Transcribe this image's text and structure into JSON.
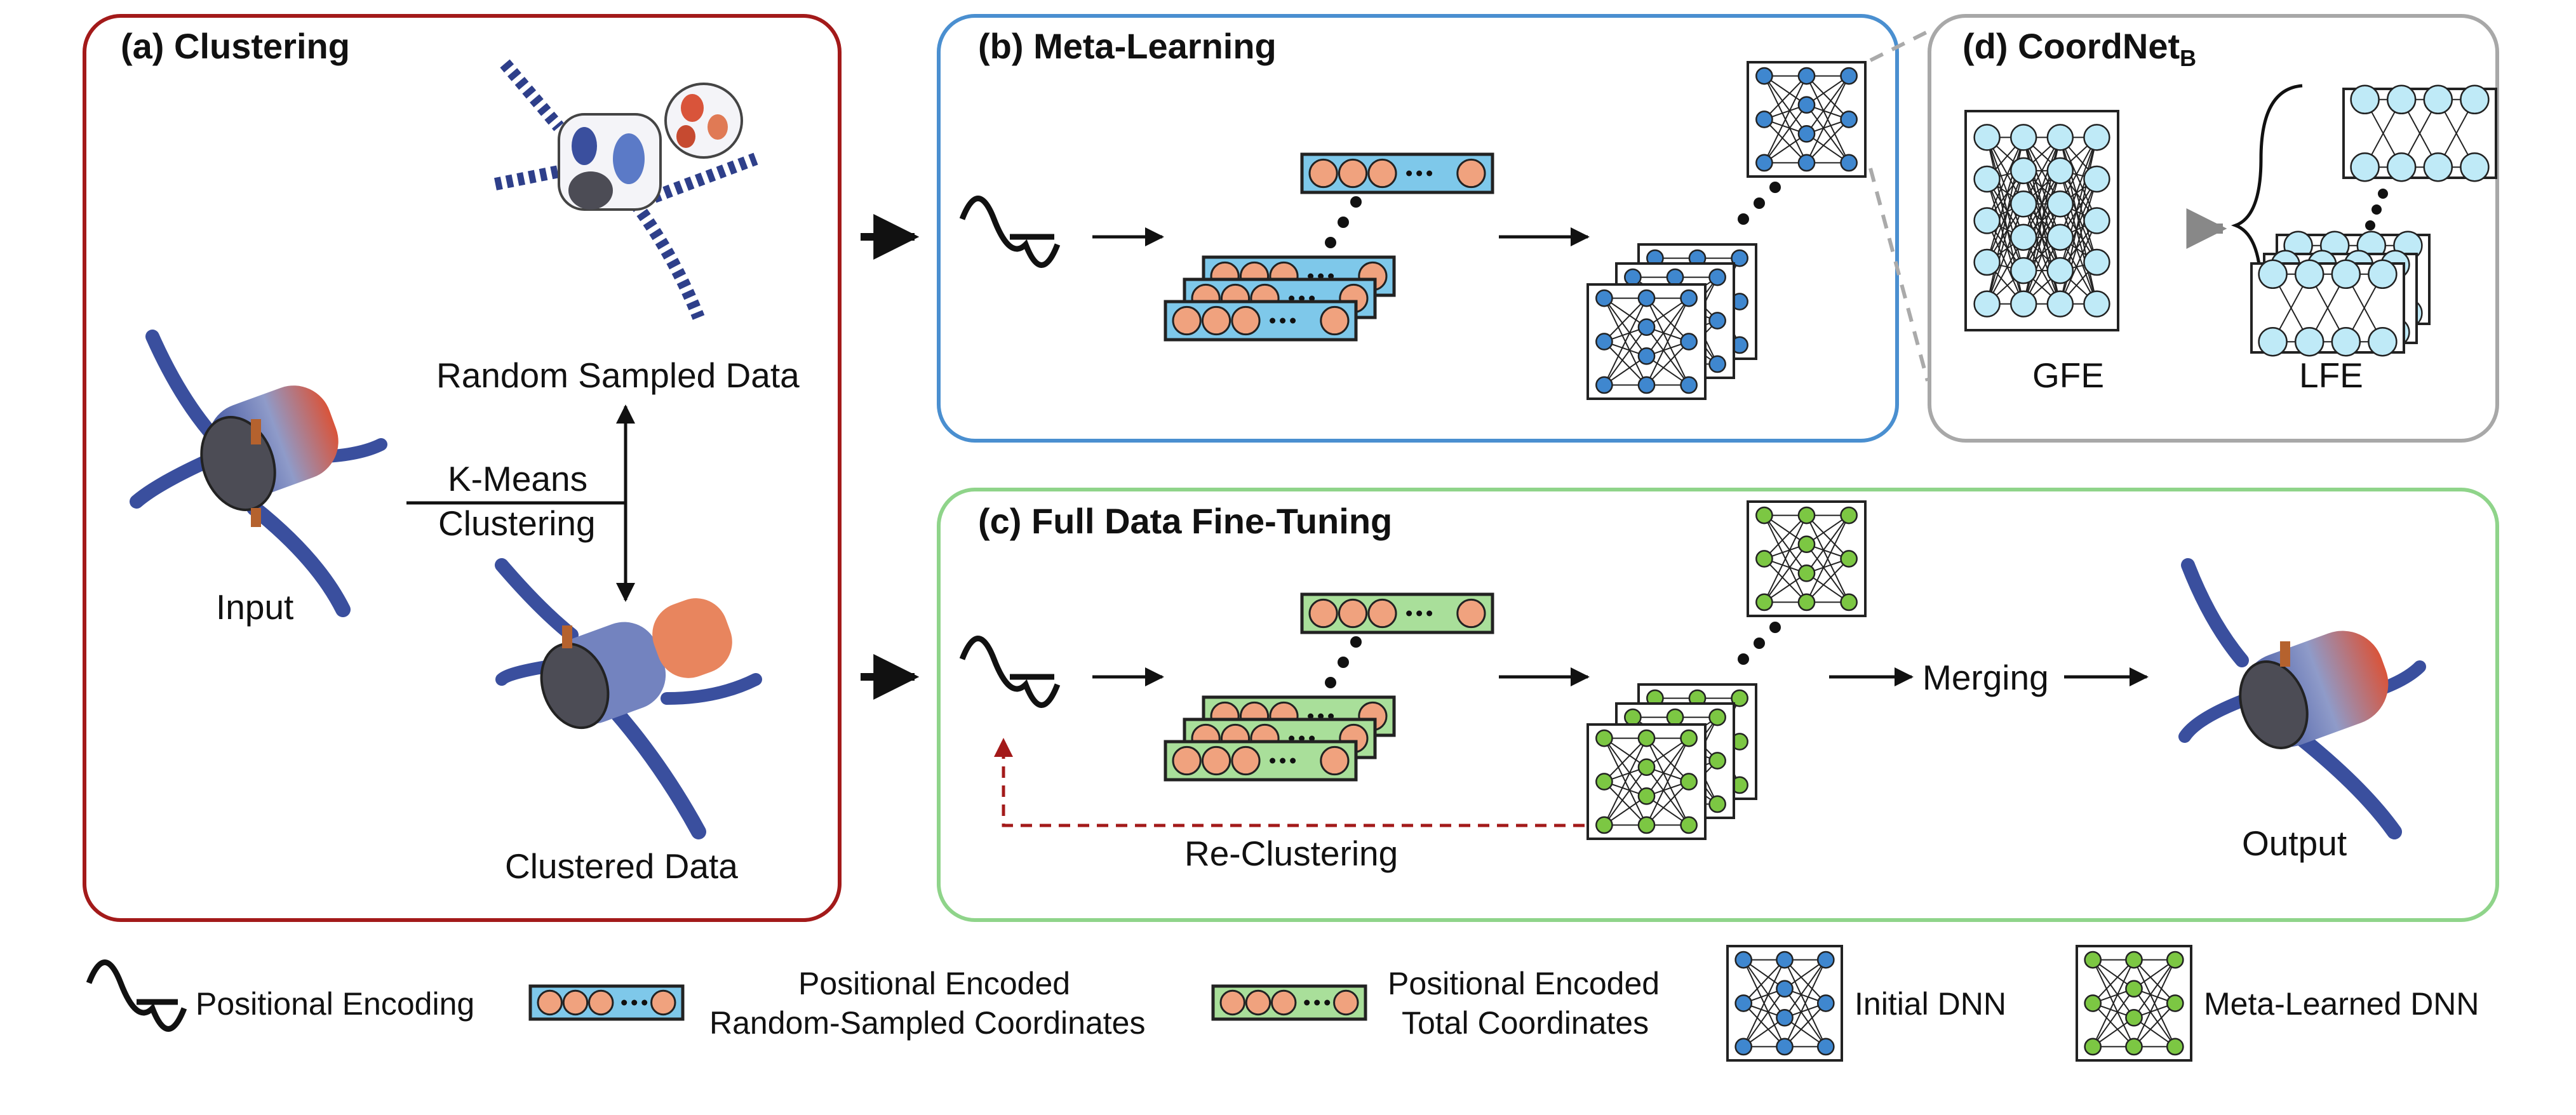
{
  "panels": {
    "a": {
      "title": "(a) Clustering",
      "border_color": "#a31a1a"
    },
    "b": {
      "title": "(b) Meta-Learning",
      "border_color": "#4a8fd0"
    },
    "c": {
      "title": "(c) Full Data Fine-Tuning",
      "border_color": "#8fd48a"
    },
    "d": {
      "title_main": "(d) CoordNet",
      "title_sub": "B",
      "border_color": "#a8a8a8"
    }
  },
  "clustering": {
    "random_sampled": "Random Sampled Data",
    "kmeans_line1": "K-Means",
    "kmeans_line2": "Clustering",
    "input": "Input",
    "clustered": "Clustered Data"
  },
  "fine_tuning": {
    "merging": "Merging",
    "reclustering": "Re-Clustering",
    "output": "Output"
  },
  "coordnet": {
    "gfe": "GFE",
    "lfe": "LFE"
  },
  "legend": {
    "positional_encoding": "Positional Encoding",
    "random_coords_line1": "Positional Encoded",
    "random_coords_line2": "Random-Sampled Coordinates",
    "total_coords_line1": "Positional Encoded",
    "total_coords_line2": "Total Coordinates",
    "initial_dnn": "Initial DNN",
    "meta_dnn": "Meta-Learned DNN"
  },
  "colors": {
    "blue_fill": "#7ec8ea",
    "green_fill": "#a9df9a",
    "orange_circle": "#f0a27e",
    "blue_node": "#3f87cf",
    "green_node": "#7cc743",
    "cyan_node": "#bfeaf7",
    "mesh_blue": "#3a4f9e",
    "mesh_red": "#d9543a",
    "recluster_arrow": "#a31a1a"
  },
  "icons": {
    "encoding": "sine-wave-icon",
    "network": "neural-network-icon",
    "mesh": "vessel-mesh-icon"
  }
}
